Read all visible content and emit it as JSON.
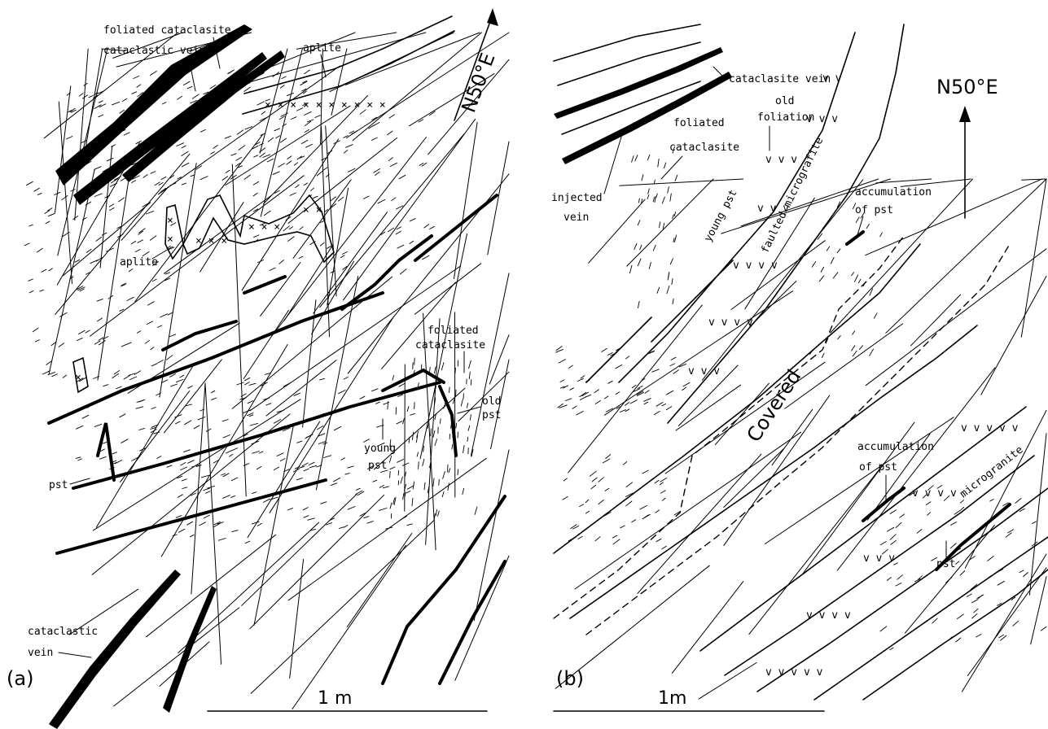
{
  "panel_a": {
    "label": "(a)",
    "north": "N50°E",
    "scale": "1 m",
    "labels": {
      "foliated_cataclasite_top": "foliated cataclasite",
      "cataclastic_vein_top": "cataclastic vein",
      "aplite_top": "aplite",
      "aplite_mid": "aplite",
      "foliated_cataclasite_right_1": "foliated",
      "foliated_cataclasite_right_2": "cataclasite",
      "old_pst_1": "old",
      "old_pst_2": "pst",
      "young_pst_1": "young",
      "young_pst_2": "pst",
      "pst": "pst",
      "cataclastic_vein_bottom_1": "cataclastic",
      "cataclastic_vein_bottom_2": "vein"
    }
  },
  "panel_b": {
    "label": "(b)",
    "north": "N50°E",
    "scale": "1m",
    "labels": {
      "cataclasite_vein": "cataclasite vein",
      "old_foliation_1": "old",
      "old_foliation_2": "foliation",
      "foliated_cataclasite_1": "foliated",
      "foliated_cataclasite_2": "cataclasite",
      "injected_vein_1": "injected",
      "injected_vein_2": "vein",
      "young_pst": "young pst",
      "faulted_micrograite": "faulted micrografite",
      "accumulation_top_1": "accumulation",
      "accumulation_top_2": "of pst",
      "covered": "Covered",
      "accumulation_bottom_1": "accumulation",
      "accumulation_bottom_2": "of pst",
      "micrograite": "microgranite",
      "pst": "pst"
    }
  }
}
